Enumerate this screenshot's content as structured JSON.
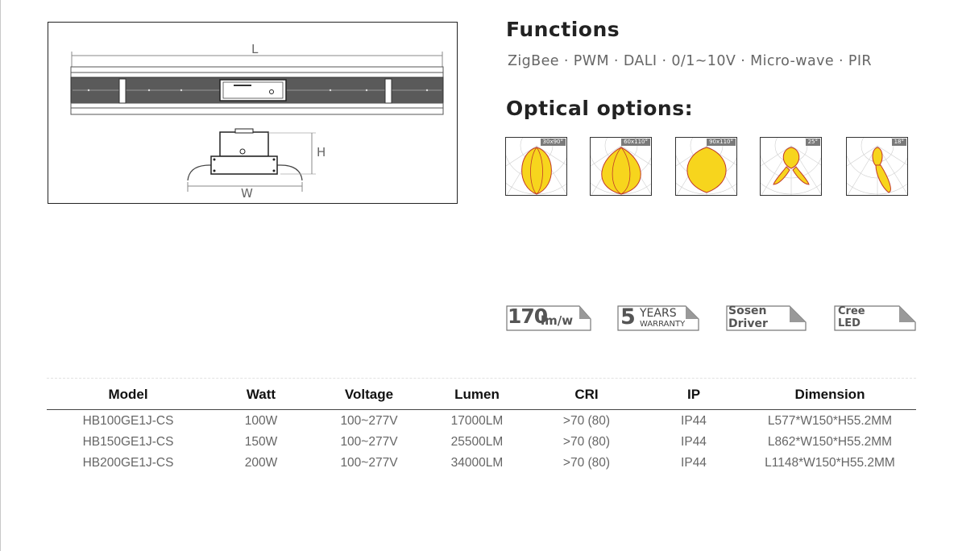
{
  "drawing": {
    "length_label": "L",
    "height_label": "H",
    "width_label": "W"
  },
  "functions": {
    "title": "Functions",
    "list": "ZigBee · PWM · DALI · 0/1~10V · Micro-wave · PIR"
  },
  "optical": {
    "title": "Optical options:",
    "options": [
      {
        "angle": "30x90°"
      },
      {
        "angle": "60x110°"
      },
      {
        "angle": "90x110°"
      },
      {
        "angle": "25°"
      },
      {
        "angle": "18°"
      }
    ]
  },
  "badges": {
    "efficacy_value": "170",
    "efficacy_unit": "lm/w",
    "warranty_number": "5",
    "warranty_word1": "YEARS",
    "warranty_word2": "WARRANTY",
    "driver_line1": "Sosen",
    "driver_line2": "Driver",
    "led_line1": "Cree",
    "led_line2": "LED"
  },
  "table": {
    "headers": [
      "Model",
      "Watt",
      "Voltage",
      "Lumen",
      "CRI",
      "IP",
      "Dimension"
    ],
    "rows": [
      [
        "HB100GE1J-CS",
        "100W",
        "100~277V",
        "17000LM",
        ">70 (80)",
        "IP44",
        "L577*W150*H55.2MM"
      ],
      [
        "HB150GE1J-CS",
        "150W",
        "100~277V",
        "25500LM",
        ">70 (80)",
        "IP44",
        "L862*W150*H55.2MM"
      ],
      [
        "HB200GE1J-CS",
        "200W",
        "100~277V",
        "34000LM",
        ">70 (80)",
        "IP44",
        "L1148*W150*H55.2MM"
      ]
    ]
  },
  "colors": {
    "beam_fill": "#f7d51d",
    "beam_stroke": "#c0392b",
    "text_gray": "#666666",
    "heading": "#222222"
  }
}
